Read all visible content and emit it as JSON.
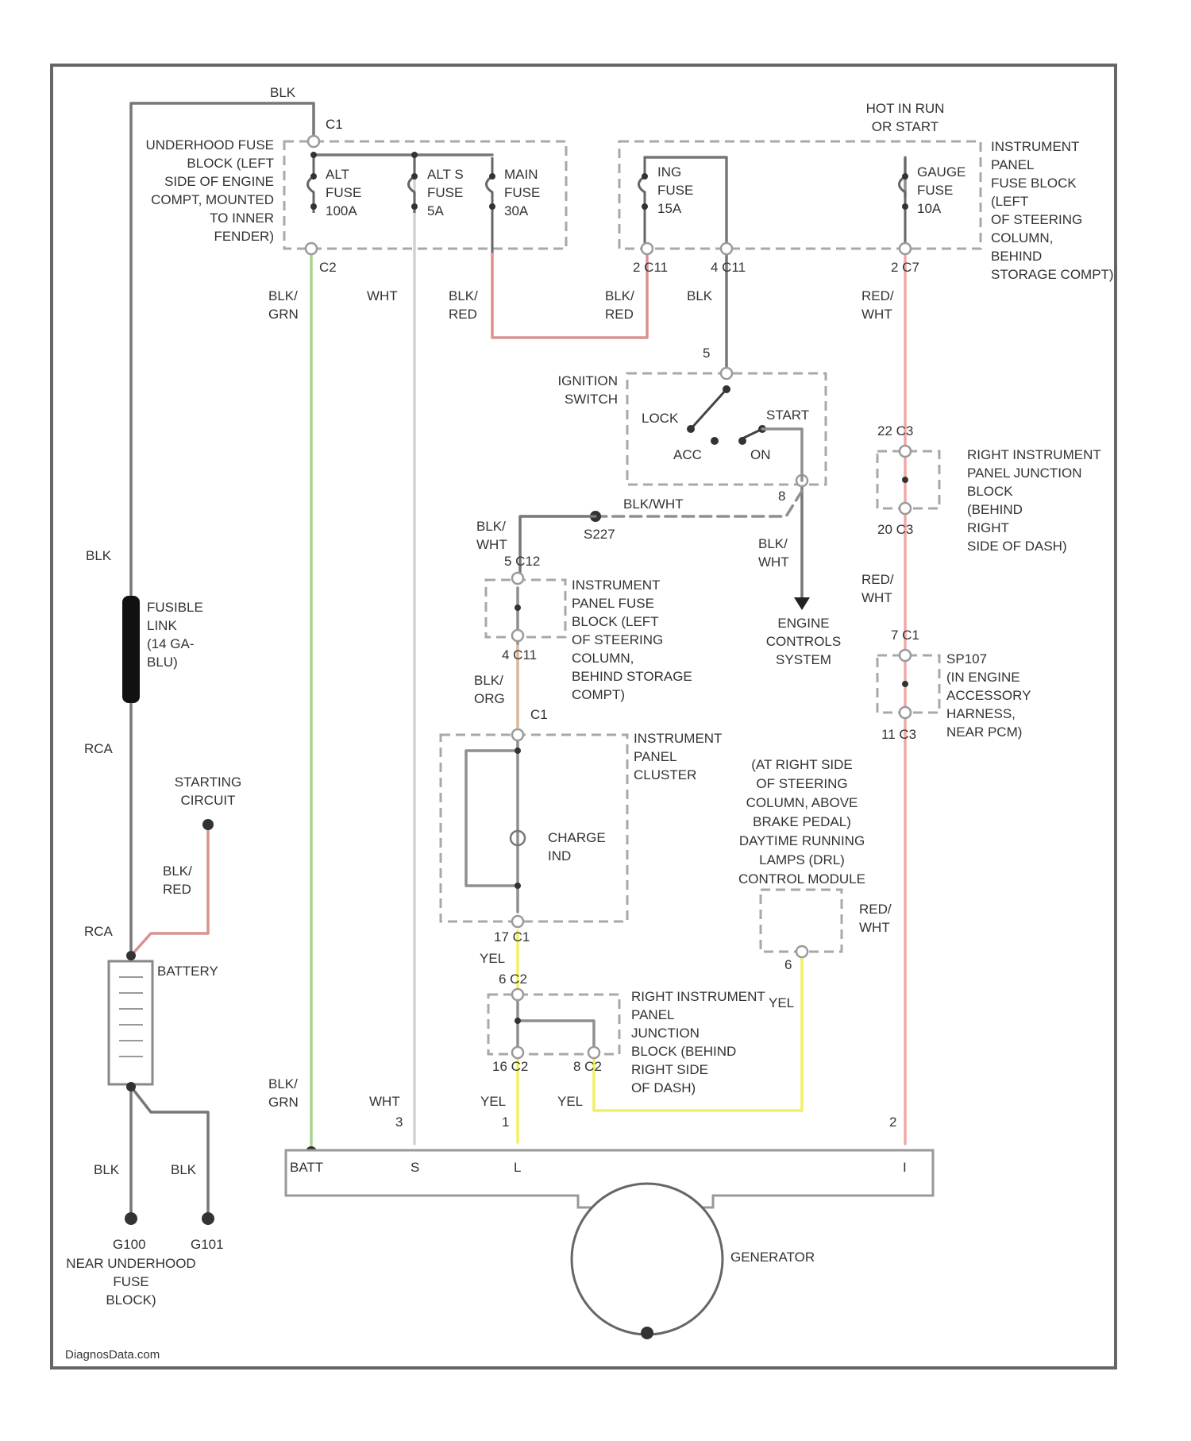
{
  "colors": {
    "black_wire": "#777777",
    "white_wire": "#d2d2d2",
    "green_wire": "#a9d48f",
    "red_wire": "#d9938f",
    "pink_wire": "#f0a8a6",
    "yellow_wire": "#f2f060",
    "gray_wire": "#8f8f8f"
  },
  "labels": {
    "underhood_fuse_block": [
      "UNDERHOOD FUSE",
      "BLOCK (LEFT",
      "SIDE OF ENGINE",
      "COMPT, MOUNTED",
      "TO INNER",
      "FENDER)"
    ],
    "hot_run_start": [
      "HOT IN RUN",
      "OR START"
    ],
    "ip_fuse_block_top": [
      "INSTRUMENT",
      "PANEL",
      "FUSE BLOCK",
      "(LEFT",
      "OF STEERING",
      "COLUMN,",
      "BEHIND",
      "STORAGE COMPT)"
    ],
    "alt_fuse": [
      "ALT",
      "FUSE",
      "100A"
    ],
    "alt_s_fuse": [
      "ALT S",
      "FUSE",
      "5A"
    ],
    "main_fuse": [
      "MAIN",
      "FUSE",
      "30A"
    ],
    "ing_fuse": [
      "ING",
      "FUSE",
      "15A"
    ],
    "gauge_fuse": [
      "GAUGE",
      "FUSE",
      "10A"
    ],
    "conn_c1": "C1",
    "conn_c2": "C2",
    "conn_c11a": "2  C11",
    "conn_c11b": "4  C11",
    "conn_c7": "2  C7",
    "blk_top": "BLK",
    "blk_grn": [
      "BLK/",
      "GRN"
    ],
    "wht": "WHT",
    "blk_red_a": [
      "BLK/",
      "RED"
    ],
    "blk_red_b": [
      "BLK/",
      "RED"
    ],
    "blk": "BLK",
    "red_wht_a": [
      "RED/",
      "WHT"
    ],
    "ignition_switch": [
      "IGNITION",
      "SWITCH"
    ],
    "lock": "LOCK",
    "start": "START",
    "acc": "ACC",
    "on": "ON",
    "pin_5": "5",
    "pin_8": "8",
    "blk_wht_dash": "BLK/WHT",
    "s227": "S227",
    "blk_wht_a": [
      "BLK/",
      "WHT"
    ],
    "blk_wht_b": [
      "BLK/",
      "WHT"
    ],
    "engine_controls": [
      "ENGINE",
      "CONTROLS",
      "SYSTEM"
    ],
    "conn_c12": "5  C12",
    "ip_fuse_block_mid": [
      "INSTRUMENT",
      "PANEL FUSE",
      "BLOCK (LEFT",
      "OF STEERING",
      "COLUMN,",
      "BEHIND STORAGE",
      "COMPT)"
    ],
    "conn_c11c": "4  C11",
    "blk_org": [
      "BLK/",
      "ORG"
    ],
    "conn_c1b": "C1",
    "ip_cluster": [
      "INSTRUMENT",
      "PANEL",
      "CLUSTER"
    ],
    "charge_ind": [
      "CHARGE",
      "IND"
    ],
    "right_ip_jb_top": [
      "RIGHT INSTRUMENT",
      "PANEL JUNCTION",
      "BLOCK",
      "(BEHIND",
      "RIGHT",
      "SIDE OF DASH)"
    ],
    "conn_c3a": "22  C3",
    "conn_c3b": "20  C3",
    "red_wht_b": [
      "RED/",
      "WHT"
    ],
    "sp107": [
      "SP107",
      "(IN ENGINE",
      "ACCESSORY",
      "HARNESS,",
      "NEAR PCM)"
    ],
    "conn_c1c": "7  C1",
    "conn_c3c": "11  C3",
    "drl_module": [
      "(AT RIGHT SIDE",
      "OF STEERING",
      "COLUMN, ABOVE",
      "BRAKE PEDAL)",
      "DAYTIME RUNNING",
      "LAMPS (DRL)",
      "CONTROL MODULE"
    ],
    "red_wht_c": [
      "RED/",
      "WHT"
    ],
    "pin_6": "6",
    "yel_a": "YEL",
    "yel_b": "YEL",
    "yel_c": "YEL",
    "yel_d": "YEL",
    "conn_c1d": "17  C1",
    "conn_c2b": "6  C2",
    "right_ip_jb_bottom": [
      "RIGHT INSTRUMENT",
      "PANEL",
      "JUNCTION",
      "BLOCK (BEHIND",
      "RIGHT SIDE",
      "OF DASH)"
    ],
    "conn_c2c": "16  C2",
    "conn_c2d": "8  C2",
    "blk_grn_b": [
      "BLK/",
      "GRN"
    ],
    "wht_b": "WHT",
    "pin_3": "3",
    "pin_1": "1",
    "pin_2": "2",
    "batt": "BATT",
    "term_s": "S",
    "term_l": "L",
    "term_i": "I",
    "generator": "GENERATOR",
    "blk_left": "BLK",
    "fusible_link": [
      "FUSIBLE",
      "LINK",
      "(14 GA-",
      "BLU)"
    ],
    "rca_a": "RCA",
    "starting_circuit": [
      "STARTING",
      "CIRCUIT"
    ],
    "blk_red_c": [
      "BLK/",
      "RED"
    ],
    "rca_b": "RCA",
    "battery": "BATTERY",
    "blk_c": "BLK",
    "blk_d": "BLK",
    "g100": "G100",
    "g101": "G101",
    "near_underhood": [
      "NEAR UNDERHOOD",
      "FUSE",
      "BLOCK)"
    ],
    "watermark": "DiagnosData.com"
  }
}
